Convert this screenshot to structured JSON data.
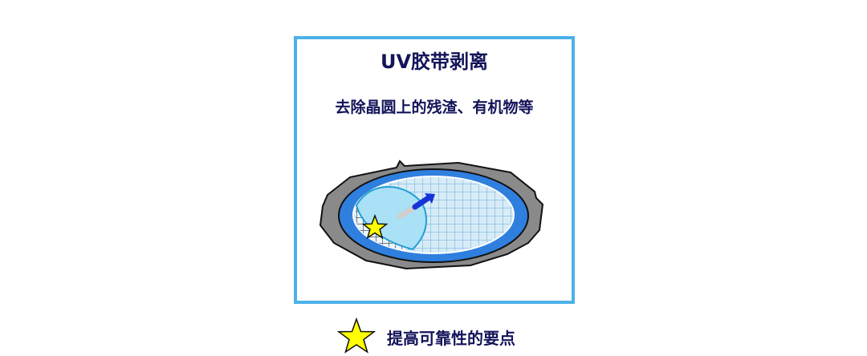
{
  "panel": {
    "title": "UV胶带剥离",
    "subtitle": "去除晶圆上的残渣、有机物等",
    "illustration_icon": "wafer-uv-tape-peeling-icon",
    "colors": {
      "frame_border": "#4db1ea",
      "ring": "#8a8a8a",
      "tape_outer": "#2f7fdf",
      "wafer_grid_fill": "#d7ecf8",
      "grid_lines": "#6aa9d2",
      "peeled_tape": "#a8e1f6",
      "arrow": "#1633d8",
      "text": "#14145a",
      "star": "#ffff00"
    }
  },
  "legend": {
    "icon": "star-icon",
    "label": "提高可靠性的要点"
  }
}
